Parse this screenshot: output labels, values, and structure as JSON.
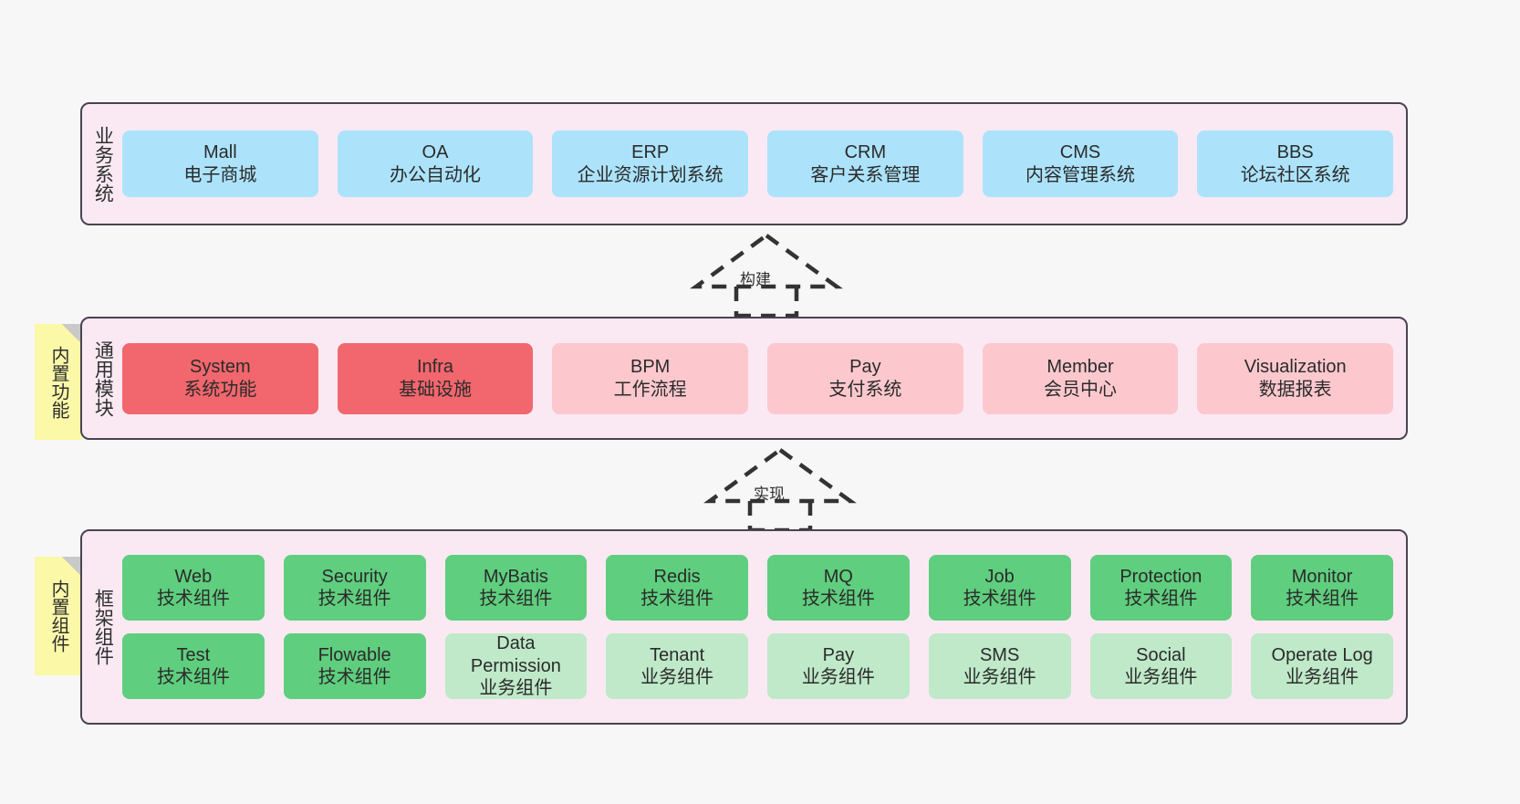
{
  "diagram": {
    "title": "",
    "background": "#f7f7f7",
    "container_fill": "#fae9f3",
    "container_border": "#4a4450",
    "sticky_fill": "#fbf8a8"
  },
  "layers": {
    "business": {
      "title": "业务系统",
      "color": "#ace3fb",
      "cards": [
        {
          "en": "Mall",
          "cn": "电子商城"
        },
        {
          "en": "OA",
          "cn": "办公自动化"
        },
        {
          "en": "ERP",
          "cn": "企业资源计划系统"
        },
        {
          "en": "CRM",
          "cn": "客户关系管理"
        },
        {
          "en": "CMS",
          "cn": "内容管理系统"
        },
        {
          "en": "BBS",
          "cn": "论坛社区系统"
        }
      ]
    },
    "common": {
      "title": "通用模块",
      "sticky": "内置功能",
      "color_primary": "#f2676d",
      "color_secondary": "#fcc8ce",
      "cards": [
        {
          "en": "System",
          "cn": "系统功能",
          "variant": "red"
        },
        {
          "en": "Infra",
          "cn": "基础设施",
          "variant": "red"
        },
        {
          "en": "BPM",
          "cn": "工作流程",
          "variant": "pink"
        },
        {
          "en": "Pay",
          "cn": "支付系统",
          "variant": "pink"
        },
        {
          "en": "Member",
          "cn": "会员中心",
          "variant": "pink"
        },
        {
          "en": "Visualization",
          "cn": "数据报表",
          "variant": "pink"
        }
      ]
    },
    "framework": {
      "title": "框架组件",
      "sticky": "内置组件",
      "color_primary": "#5fce7e",
      "color_secondary": "#bfe9c9",
      "row_tech": [
        {
          "en": "Web",
          "cn": "技术组件",
          "variant": "green"
        },
        {
          "en": "Security",
          "cn": "技术组件",
          "variant": "green"
        },
        {
          "en": "MyBatis",
          "cn": "技术组件",
          "variant": "green"
        },
        {
          "en": "Redis",
          "cn": "技术组件",
          "variant": "green"
        },
        {
          "en": "MQ",
          "cn": "技术组件",
          "variant": "green"
        },
        {
          "en": "Job",
          "cn": "技术组件",
          "variant": "green"
        },
        {
          "en": "Protection",
          "cn": "技术组件",
          "variant": "green"
        },
        {
          "en": "Monitor",
          "cn": "技术组件",
          "variant": "green"
        }
      ],
      "row_business": [
        {
          "en": "Test",
          "cn": "技术组件",
          "variant": "green"
        },
        {
          "en": "Flowable",
          "cn": "技术组件",
          "variant": "green"
        },
        {
          "en": "Data Permission",
          "cn": "业务组件",
          "variant": "lightgreen"
        },
        {
          "en": "Tenant",
          "cn": "业务组件",
          "variant": "lightgreen"
        },
        {
          "en": "Pay",
          "cn": "业务组件",
          "variant": "lightgreen"
        },
        {
          "en": "SMS",
          "cn": "业务组件",
          "variant": "lightgreen"
        },
        {
          "en": "Social",
          "cn": "业务组件",
          "variant": "lightgreen"
        },
        {
          "en": "Operate Log",
          "cn": "业务组件",
          "variant": "lightgreen"
        }
      ]
    }
  },
  "connectors": [
    {
      "name": "build",
      "label": "构建",
      "style": "dashed-hollow-triangle",
      "direction": "up"
    },
    {
      "name": "realize",
      "label": "实现",
      "style": "dashed-hollow-triangle",
      "direction": "up"
    }
  ]
}
